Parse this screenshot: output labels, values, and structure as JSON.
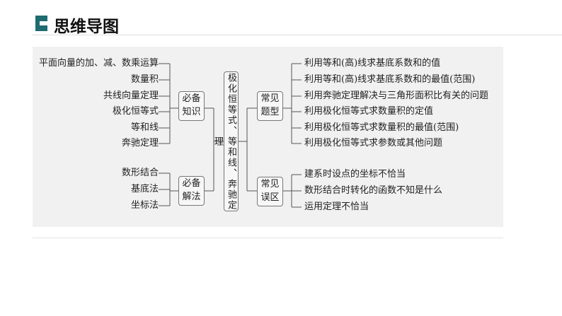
{
  "header": {
    "title": "思维导图",
    "icon": "section-square-icon"
  },
  "mindmap": {
    "center": "极化恒等式、等和线、奔驰定理",
    "knowledge": {
      "label_line1": "必备",
      "label_line2": "知识",
      "items": [
        "平面向量的加、减、数乘运算",
        "数量积",
        "共线向量定理",
        "极化恒等式",
        "等和线",
        "奔驰定理"
      ]
    },
    "methods": {
      "label_line1": "必备",
      "label_line2": "解法",
      "items": [
        "数形结合",
        "基底法",
        "坐标法"
      ]
    },
    "types": {
      "label_line1": "常见",
      "label_line2": "题型",
      "items": [
        "利用等和(高)线求基底系数和的值",
        "利用等和(高)线求基底系数和的最值(范围)",
        "利用奔驰定理解决与三角形面积比有关的问题",
        "利用极化恒等式求数量积的定值",
        "利用极化恒等式求数量积的最值(范围)",
        "利用极化恒等式求参数或其他问题"
      ]
    },
    "mistakes": {
      "label_line1": "常见",
      "label_line2": "误区",
      "items": [
        "建系时设点的坐标不恰当",
        "数形结合时转化的函数不知是什么",
        "运用定理不恰当"
      ]
    }
  }
}
